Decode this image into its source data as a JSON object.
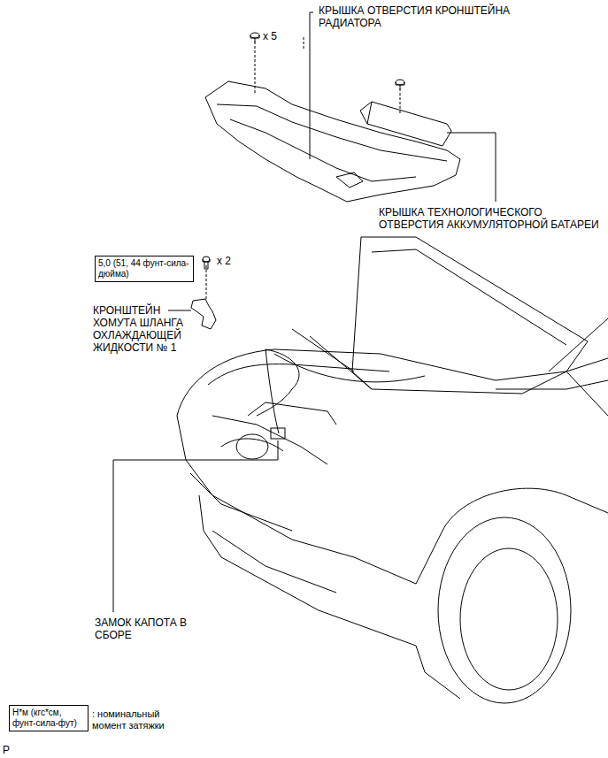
{
  "diagram": {
    "nodes": [
      {
        "text": [
          "5,0 (51, 44 фунт-сила-дюйма)"
        ]
      },
      {
        "text": [
          "Н*м (кгс*см, фунт-сила-фут)"
        ]
      }
    ],
    "labels": [
      "КРЫШКА ОТВЕРСТИЯ КРОНШТЕЙНА РАДИАТОРА",
      "x 5",
      "КРЫШКА ТЕХНОЛОГИЧЕСКОГО ОТВЕРСТИЯ АККУМУЛЯТОРНОЙ БАТАРЕИ",
      "x 2",
      "КРОНШТЕЙН ХОМУТА ШЛАНГА ОХЛАЖДАЮЩЕЙ ЖИДКОСТИ № 1",
      "ЗАМОК КАПОТА В СБОРЕ",
      "P"
    ],
    "legend": [
      {
        "text": ": номинальный момент затяжки"
      }
    ]
  }
}
